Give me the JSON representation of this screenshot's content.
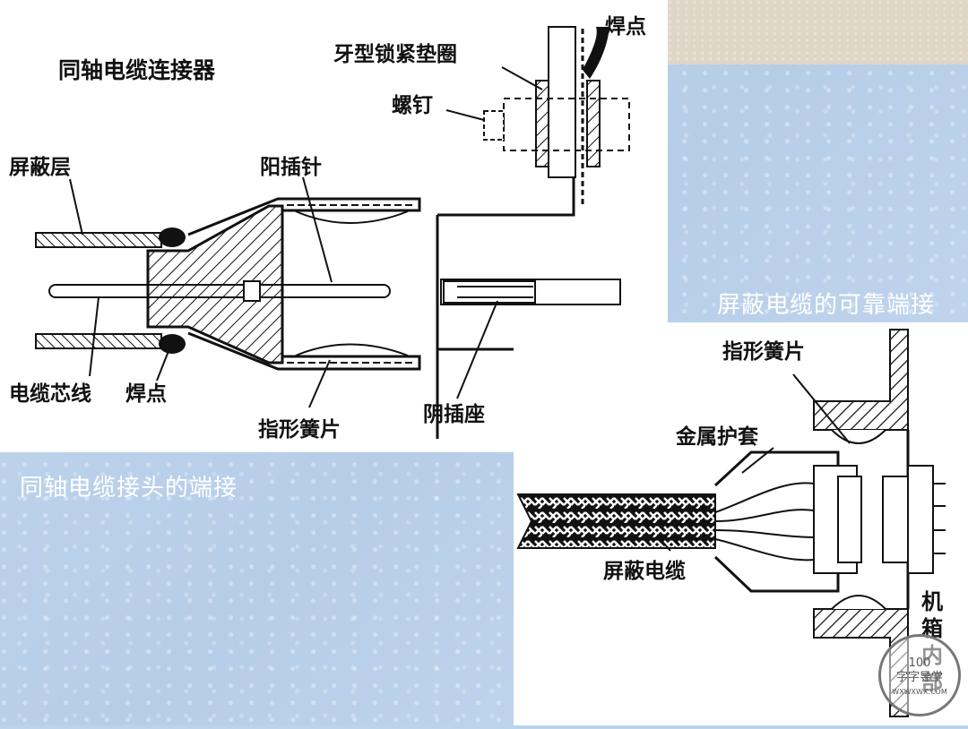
{
  "colors": {
    "background": "#bcd3ec",
    "panel": "#ffffff",
    "ink": "#111111",
    "caption": "#ffffff",
    "beige": "#ded6c7"
  },
  "top_diagram": {
    "title": "同轴电缆连接器",
    "labels": {
      "shield_layer": "屏蔽层",
      "male_pin": "阳插针",
      "lock_washer": "牙型锁紧垫圈",
      "screw": "螺钉",
      "solder_top": "焊点",
      "core_wire": "电缆芯线",
      "solder_bottom": "焊点",
      "finger_spring": "指形簧片",
      "female_socket": "阴插座"
    },
    "caption": "同轴电缆接头的端接"
  },
  "right_caption": "屏蔽电缆的可靠端接",
  "bottom_diagram": {
    "labels": {
      "finger_spring": "指形簧片",
      "metal_sheath": "金属护套",
      "shielded_cable": "屏蔽电缆",
      "chassis_inside": [
        "机",
        "箱",
        "内",
        "部"
      ]
    }
  },
  "watermark": {
    "line1": "100",
    "line2": "字字导学",
    "line3": "WXWXWX.COM"
  }
}
